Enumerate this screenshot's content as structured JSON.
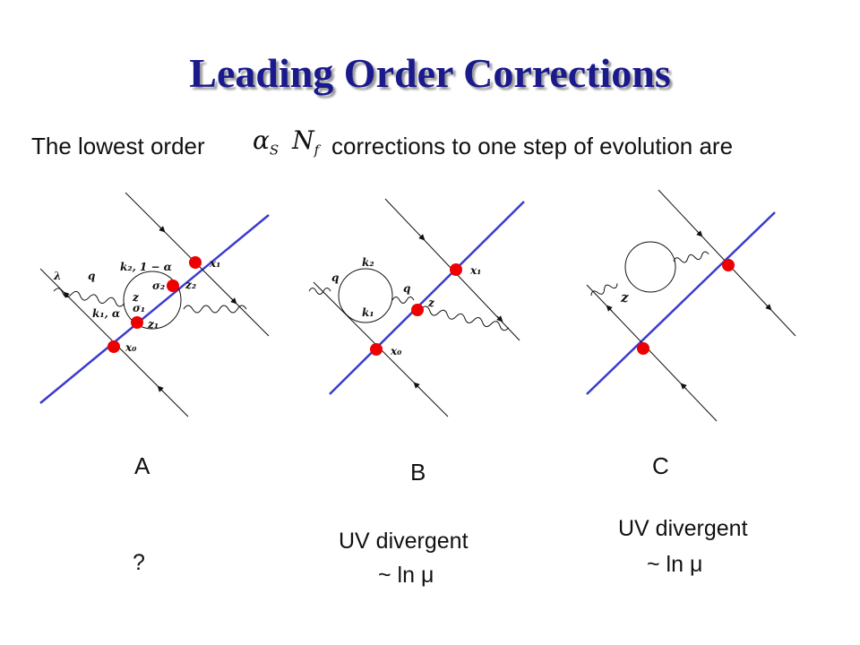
{
  "title": "Leading Order Corrections",
  "intro": {
    "before": "The lowest order",
    "math_alpha": "α",
    "math_alpha_sub": "S",
    "math_N": "N",
    "math_N_sub": "f",
    "after": "corrections to one step of evolution are"
  },
  "diagrams": [
    {
      "id": "A",
      "label": "A",
      "note_line1": "?",
      "note_line2": "",
      "vertex_labels": [
        "x₁",
        "z₂",
        "σ₂",
        "z",
        "σ₁",
        "z₁",
        "x₀"
      ],
      "momentum_labels": [
        "λ",
        "q",
        "k₂, 1 − α",
        "k₁, α"
      ]
    },
    {
      "id": "B",
      "label": "B",
      "note_line1": "UV divergent",
      "note_line2": "~ ln μ",
      "vertex_labels": [
        "x₁",
        "z",
        "x₀"
      ],
      "momentum_labels": [
        "q",
        "k₂",
        "k₁",
        "q"
      ]
    },
    {
      "id": "C",
      "label": "C",
      "note_line1": "UV divergent",
      "note_line2": "~ ln μ",
      "vertex_labels": [
        "z"
      ],
      "momentum_labels": []
    }
  ],
  "colors": {
    "title": "#1a1a8c",
    "quark_line": "#3a3ad0",
    "vertex": "#ee0000",
    "line": "#111111"
  }
}
